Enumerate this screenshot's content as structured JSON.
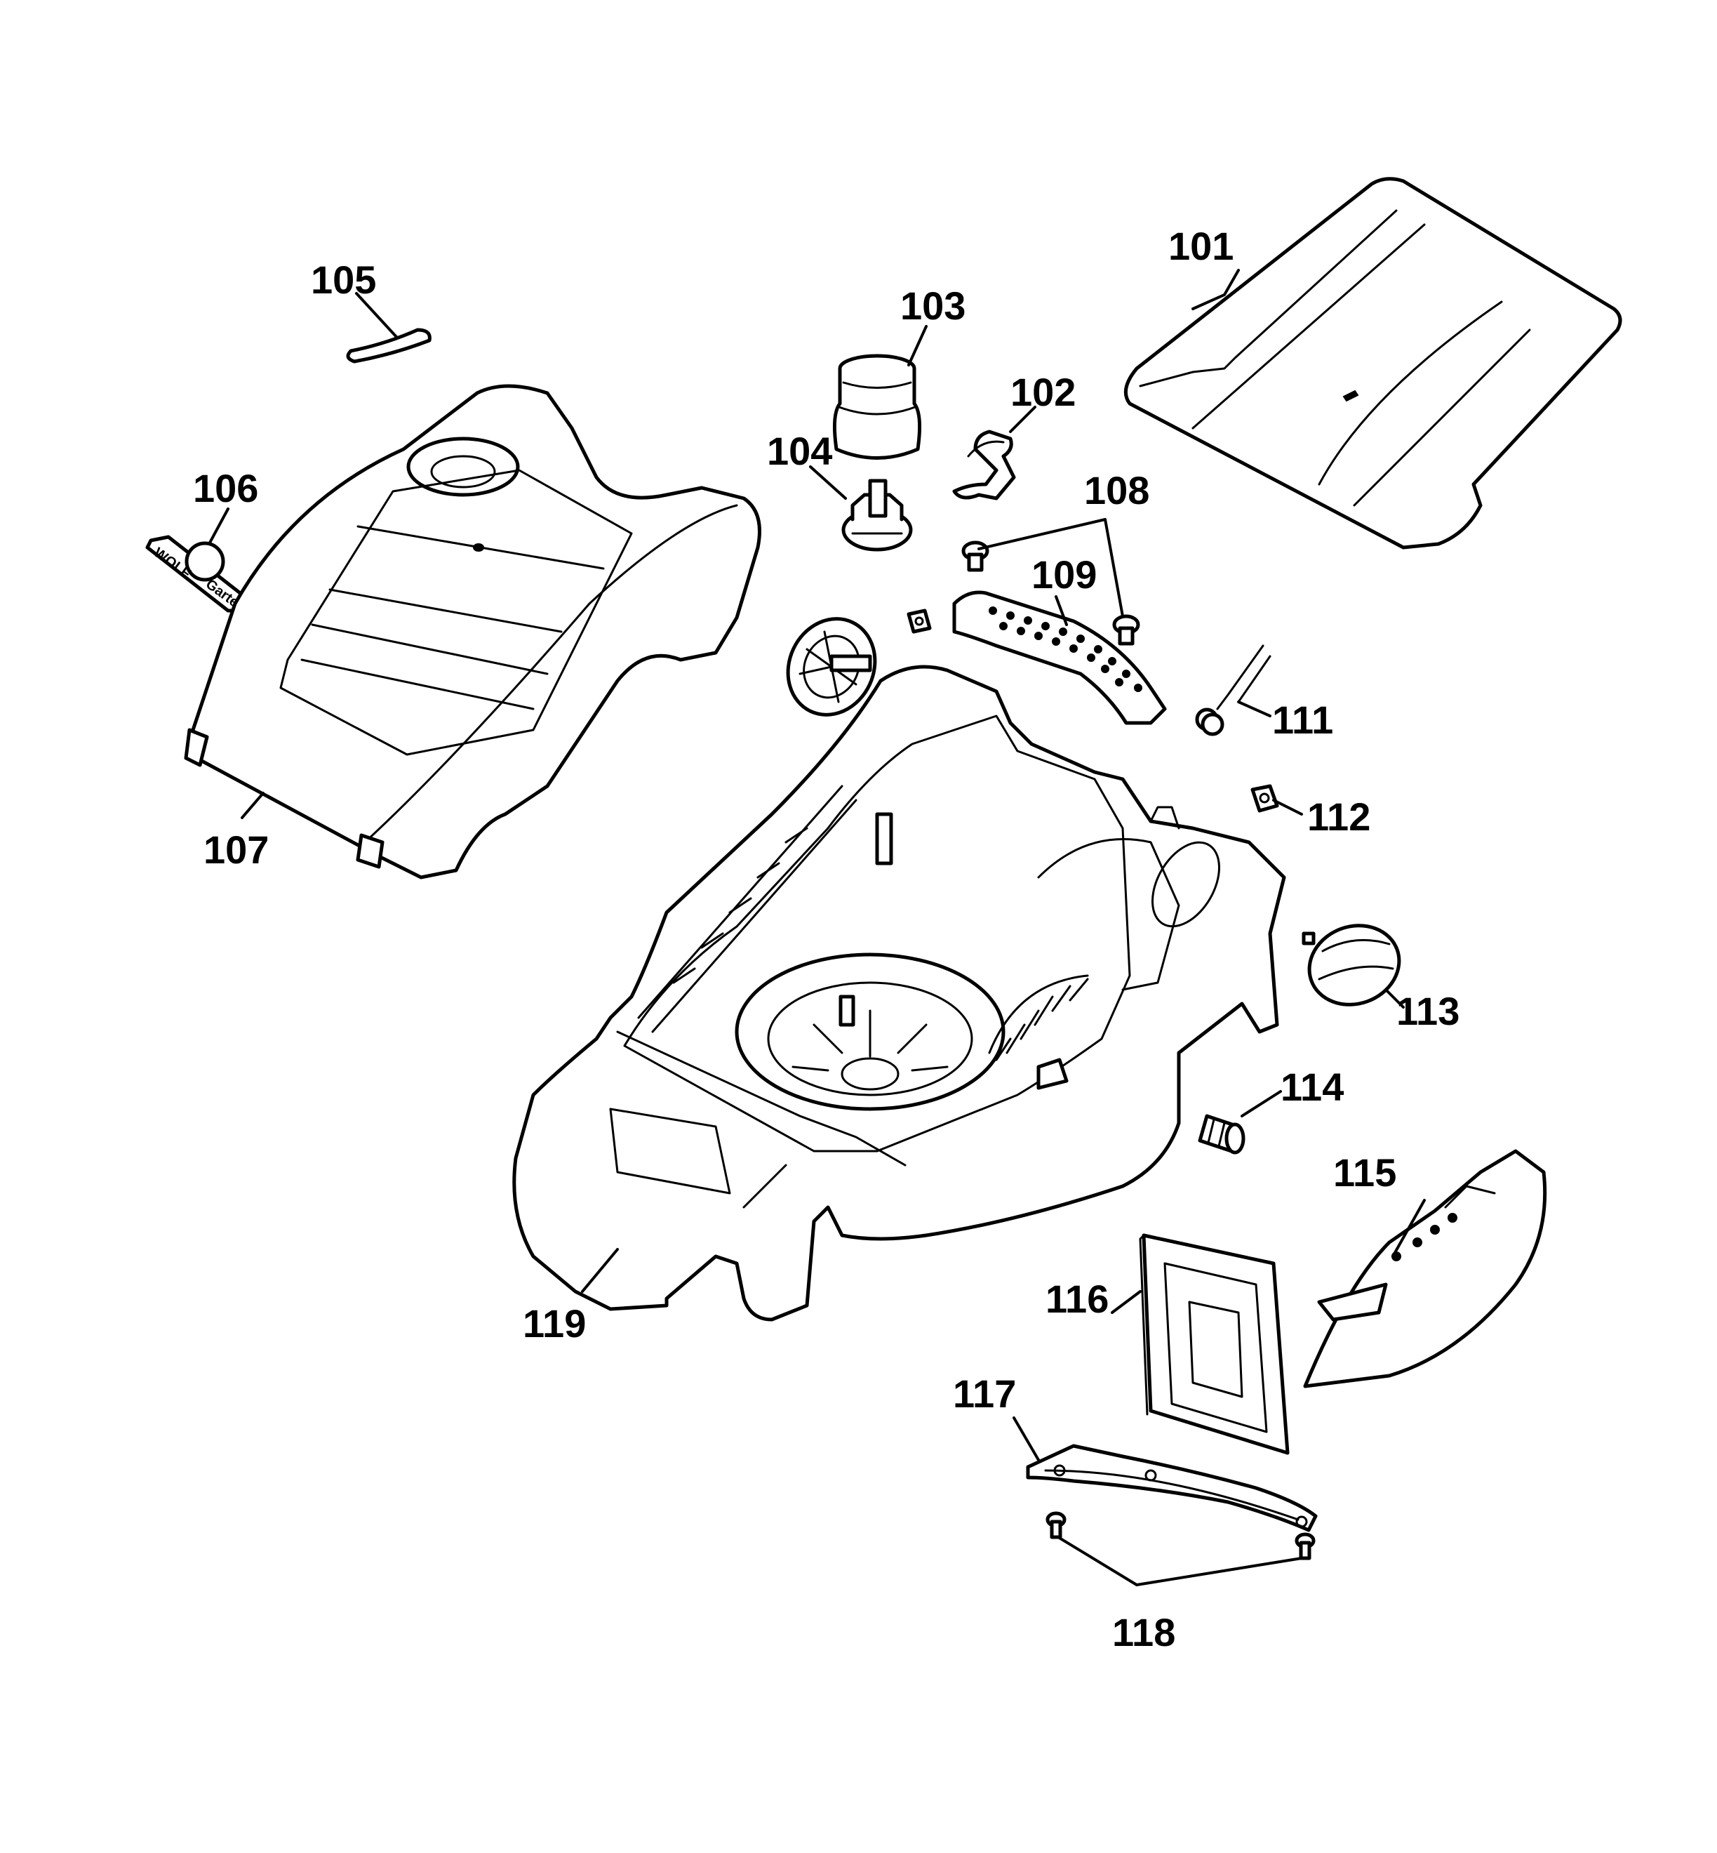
{
  "diagram": {
    "logo_badge": {
      "left_text": "WOLF",
      "right_text": "Garten"
    },
    "callouts": [
      {
        "id": "101",
        "part": "grass-box-lid"
      },
      {
        "id": "102",
        "part": "handle-clip"
      },
      {
        "id": "103",
        "part": "height-adjust-knob-cap"
      },
      {
        "id": "104",
        "part": "height-adjust-knob-base"
      },
      {
        "id": "105",
        "part": "cable-strain-relief"
      },
      {
        "id": "106",
        "part": "logo-badge"
      },
      {
        "id": "107",
        "part": "motor-cover"
      },
      {
        "id": "108",
        "part": "screws"
      },
      {
        "id": "109",
        "part": "carry-handle"
      },
      {
        "id": "111",
        "part": "torsion-spring"
      },
      {
        "id": "112",
        "part": "square-nut"
      },
      {
        "id": "113",
        "part": "wheel-cap"
      },
      {
        "id": "114",
        "part": "bushing"
      },
      {
        "id": "115",
        "part": "rear-flap-guard"
      },
      {
        "id": "116",
        "part": "rear-flap"
      },
      {
        "id": "117",
        "part": "flap-mounting-rail"
      },
      {
        "id": "118",
        "part": "rail-screws"
      },
      {
        "id": "119",
        "part": "mower-deck"
      }
    ]
  }
}
